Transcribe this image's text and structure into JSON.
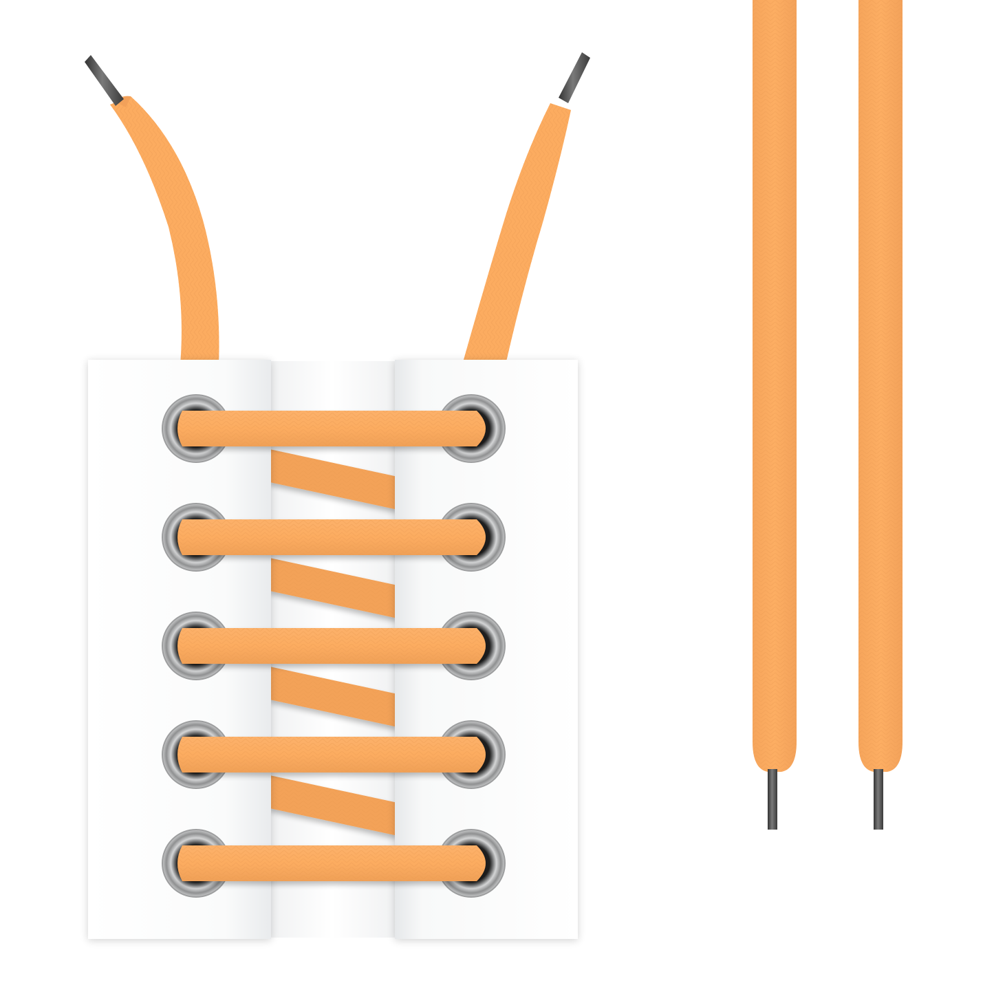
{
  "scene": {
    "description_visible_text": "",
    "lacing": {
      "eyelet_pairs": 5,
      "pattern": "straight-bar"
    },
    "loose_laces": {
      "count": 2,
      "orientation": "vertical"
    }
  },
  "colors": {
    "background": "#ffffff",
    "lace": "#fcac60",
    "lace_shade": "#e99a52",
    "lace_texture": "#f39f55",
    "aglet": "#4b4b4b",
    "aglet_highlight": "#7a7a7a",
    "panel": "#ffffff",
    "panel_shade": "#eef0f2",
    "grommet_outer": "#c9cacb",
    "grommet_mid": "#8e8f90",
    "grommet_hole": "#1e1e1e"
  },
  "icons": {
    "lace_tip": "aglet-icon",
    "eyelet": "grommet-icon"
  }
}
